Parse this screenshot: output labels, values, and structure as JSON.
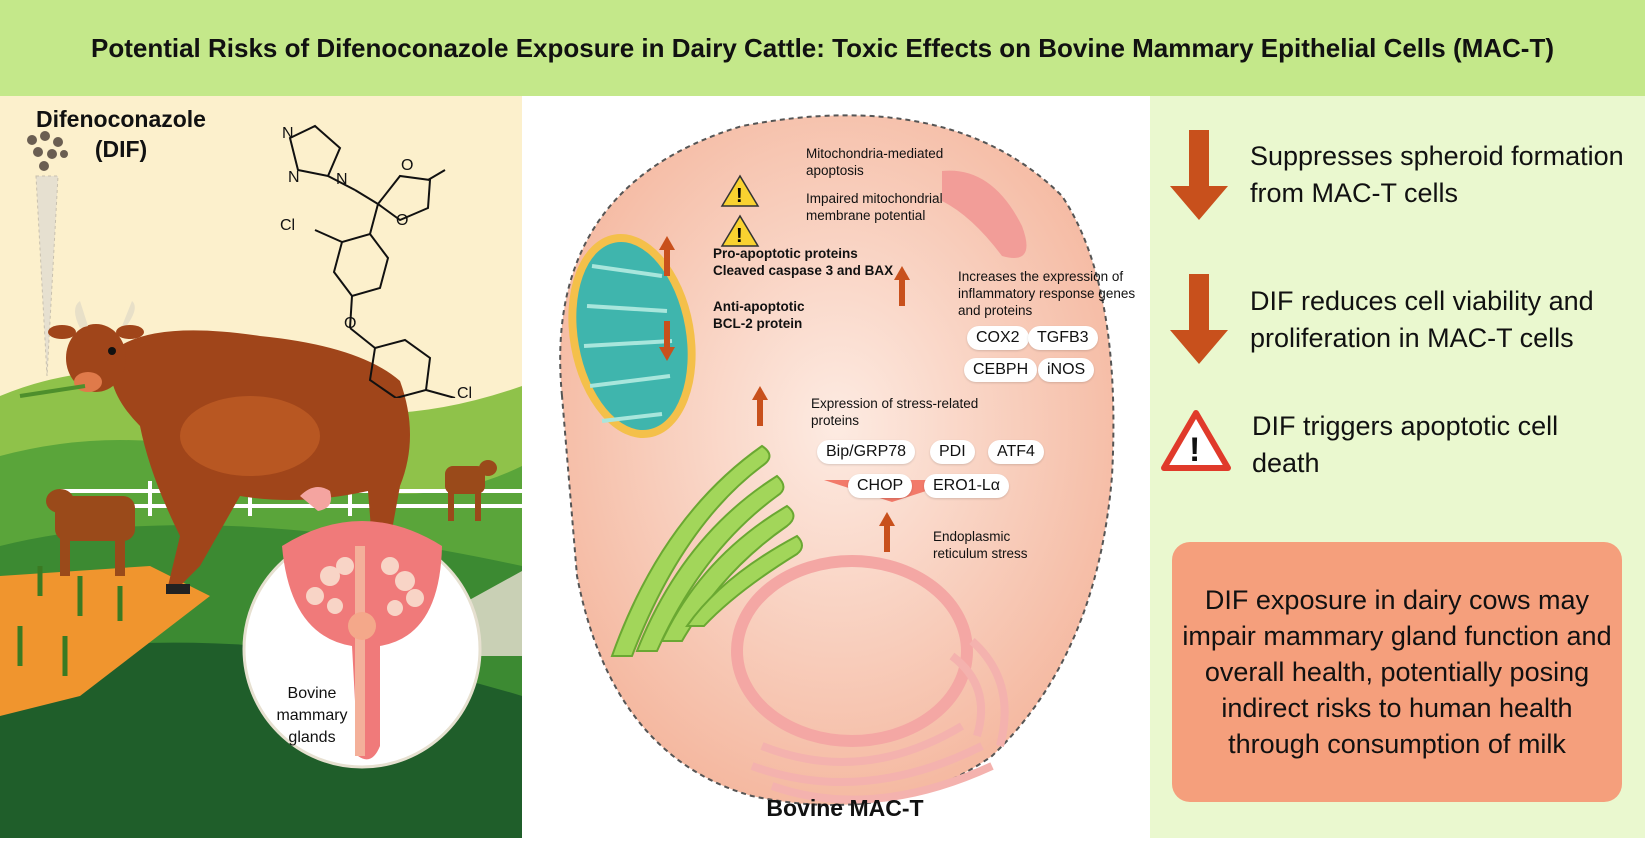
{
  "title": "Potential Risks of Difenoconazole Exposure in Dairy Cattle: Toxic Effects on Bovine Mammary Epithelial Cells (MAC-T)",
  "left": {
    "compound_name": "Difenoconazole",
    "compound_abbrev": "(DIF)",
    "atom_labels": [
      "N",
      "N",
      "N",
      "O",
      "O",
      "Cl",
      "O",
      "Cl"
    ],
    "gland_label": "Bovine mammary glands"
  },
  "cell": {
    "caption": "Bovine MAC-T",
    "warnings": [
      "Mitochondria-mediated apoptosis",
      "Impaired mitochondrial membrane potential"
    ],
    "pro_apoptotic": {
      "direction": "up",
      "line1": "Pro-apoptotic proteins",
      "line2": "Cleaved caspase 3 and BAX"
    },
    "anti_apoptotic": {
      "direction": "down",
      "line1": "Anti-apoptotic",
      "line2": "BCL-2 protein"
    },
    "inflammatory": {
      "direction": "up",
      "text": "Increases the expression of inflammatory response genes and proteins",
      "markers": [
        "COX2",
        "TGFB3",
        "CEBPH",
        "iNOS"
      ]
    },
    "stress": {
      "direction": "up",
      "text": "Expression of stress-related proteins",
      "markers": [
        "Bip/GRP78",
        "PDI",
        "ATF4",
        "CHOP",
        "ERO1-Lα"
      ]
    },
    "er_stress": {
      "direction": "up",
      "text": "Endoplasmic reticulum stress"
    }
  },
  "findings": [
    {
      "icon": "down-arrow-icon",
      "text": "Suppresses spheroid formation from MAC-T cells"
    },
    {
      "icon": "down-arrow-icon",
      "text": "DIF reduces cell viability and proliferation in MAC-T cells"
    },
    {
      "icon": "warning-icon",
      "text": "DIF triggers apoptotic cell death"
    }
  ],
  "conclusion": "DIF exposure in dairy cows may impair mammary gland function and overall health, potentially posing indirect risks to human health through consumption of milk",
  "colors": {
    "title_bg": "#c4e88a",
    "left_bg": "#fcf0cc",
    "right_bg": "#eaf8cf",
    "conclusion_bg": "#f59f7c",
    "arrow": "#c8501c",
    "cell": "#f6c6b2"
  }
}
